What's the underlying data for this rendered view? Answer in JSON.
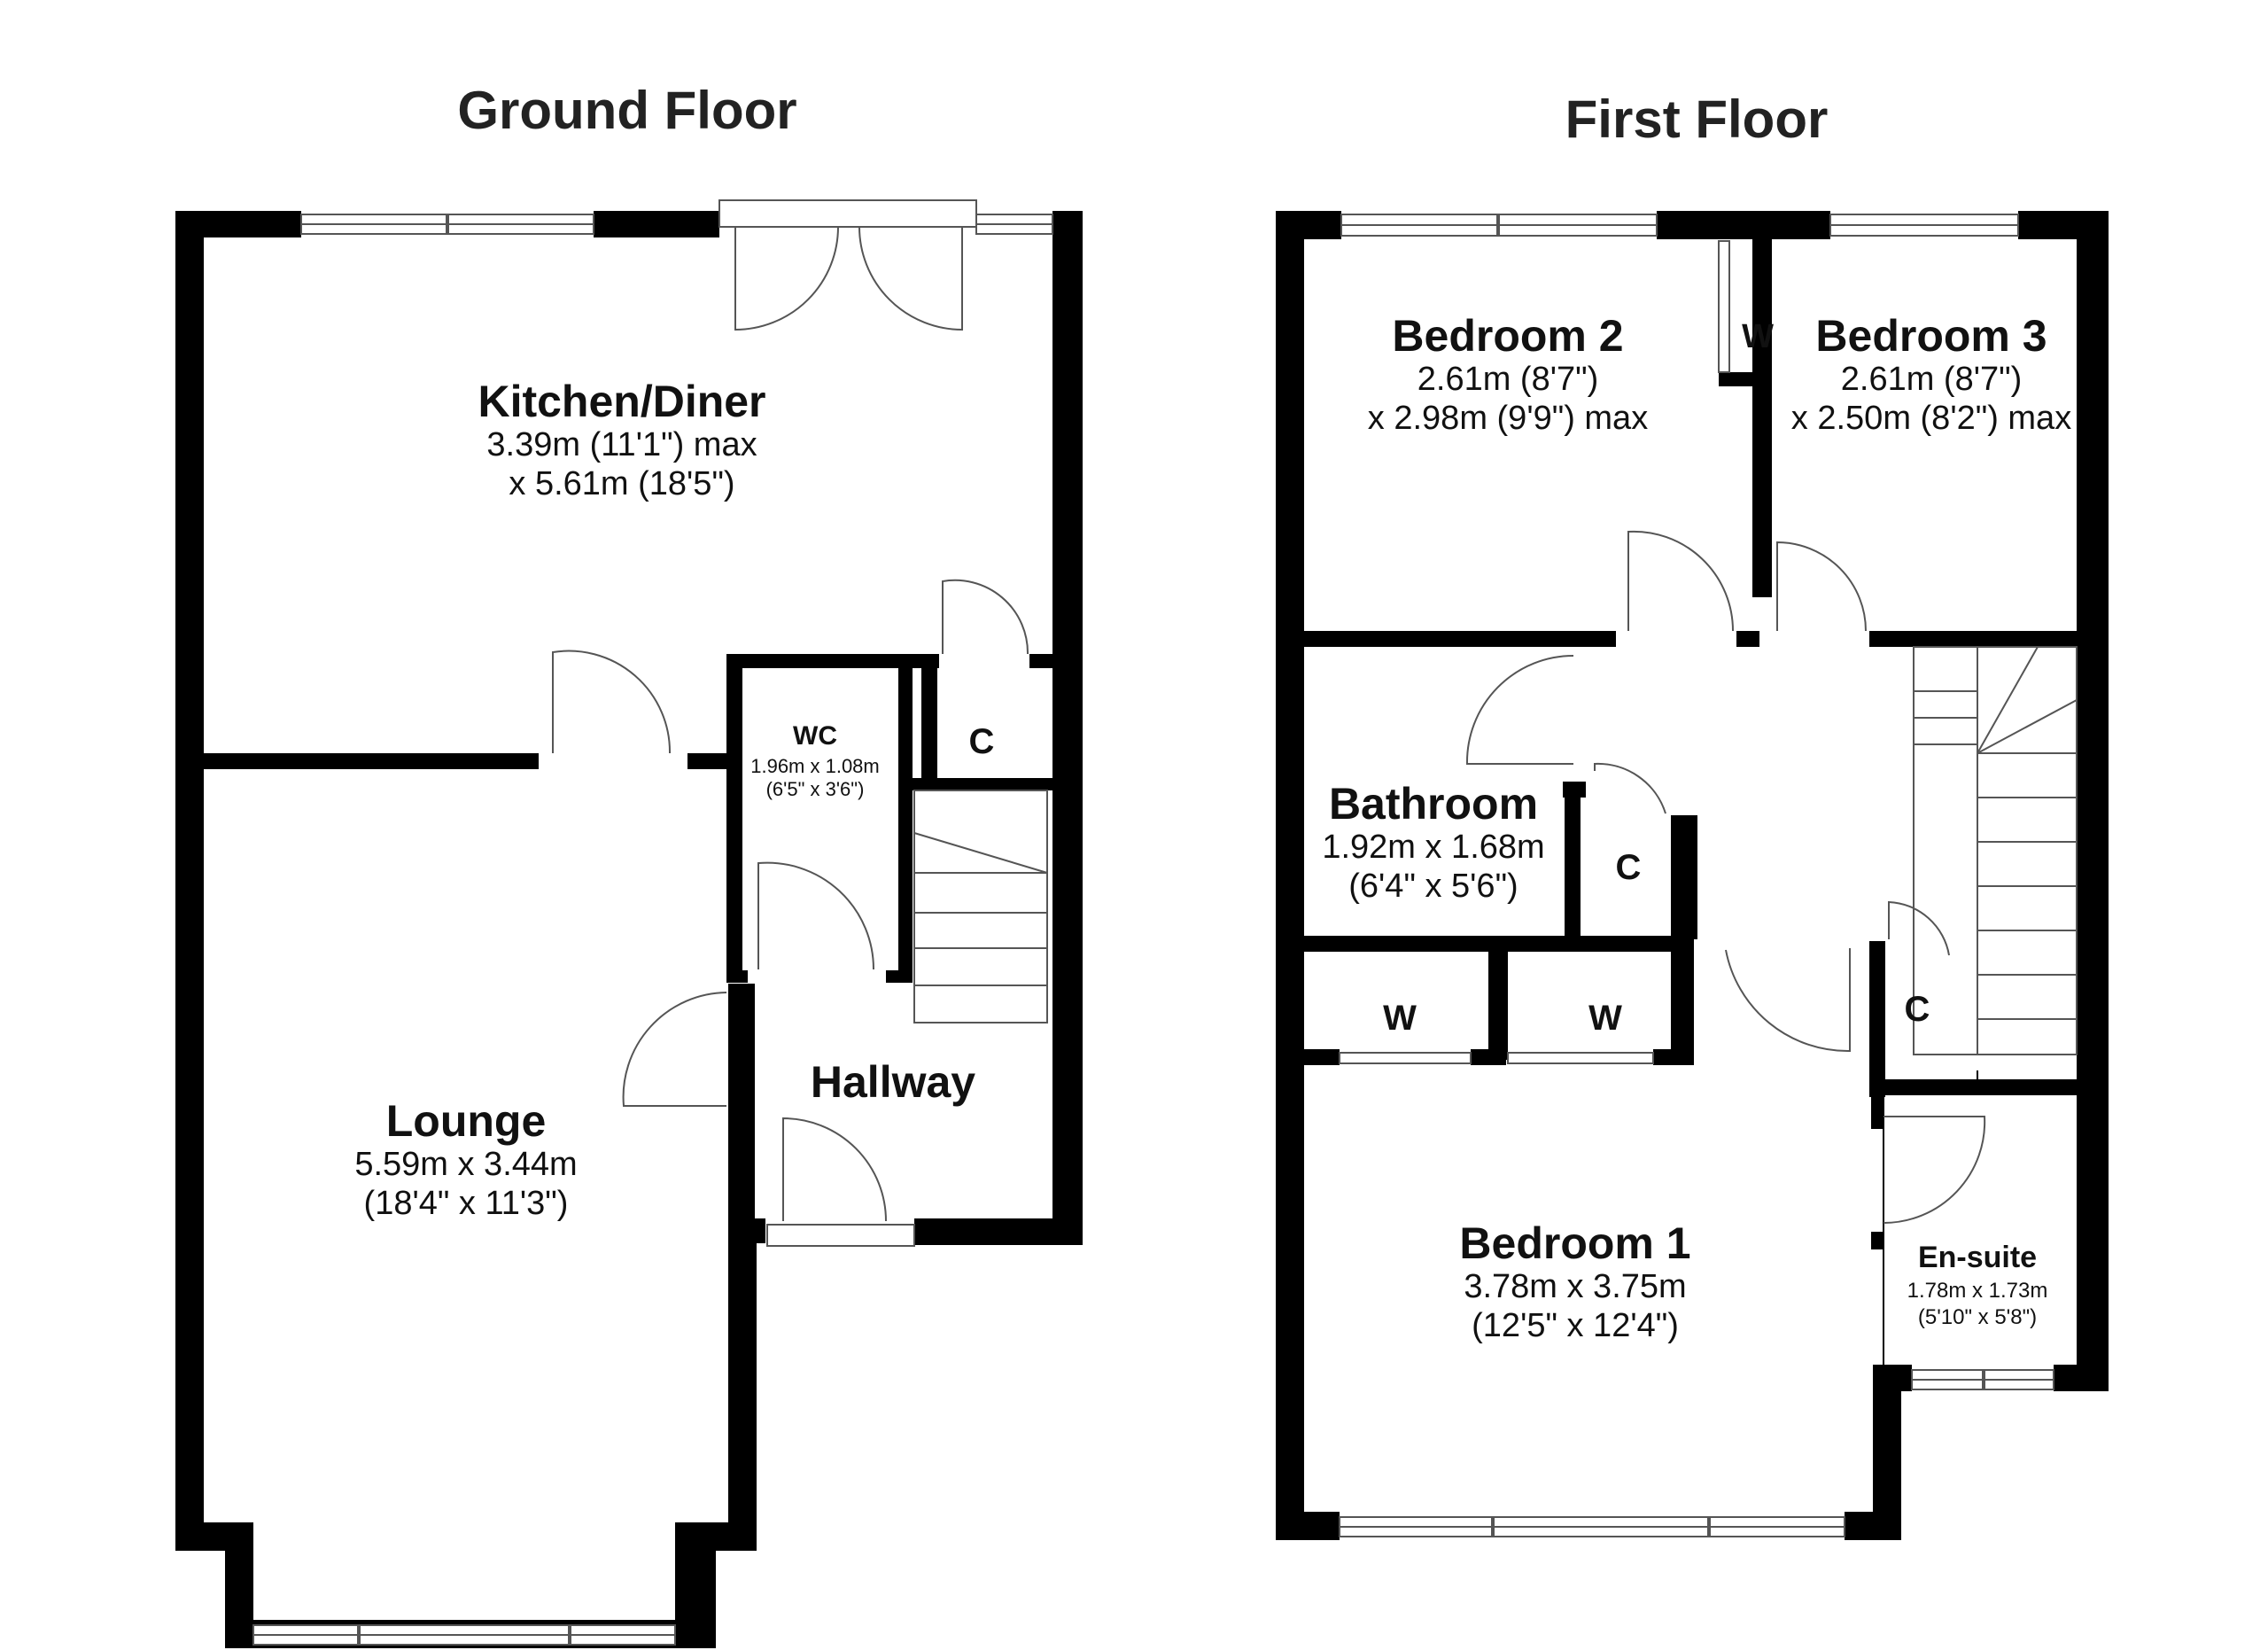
{
  "ground_floor": {
    "title": "Ground Floor",
    "kitchen": {
      "name": "Kitchen/Diner",
      "dim1": "3.39m (11'1\") max",
      "dim2": "x 5.61m (18'5\")"
    },
    "wc": {
      "name": "WC",
      "dim1": "1.96m x 1.08m",
      "dim2": "(6'5\" x 3'6\")"
    },
    "cupboard": {
      "name": "C"
    },
    "hallway": {
      "name": "Hallway"
    },
    "lounge": {
      "name": "Lounge",
      "dim1": "5.59m x 3.44m",
      "dim2": "(18'4\" x 11'3\")"
    }
  },
  "first_floor": {
    "title": "First Floor",
    "bedroom2": {
      "name": "Bedroom 2",
      "dim1": "2.61m (8'7\")",
      "dim2": "x 2.98m (9'9\") max"
    },
    "wardrobe_top": {
      "name": "W"
    },
    "bedroom3": {
      "name": "Bedroom 3",
      "dim1": "2.61m (8'7\")",
      "dim2": "x 2.50m (8'2\") max"
    },
    "bathroom": {
      "name": "Bathroom",
      "dim1": "1.92m x 1.68m",
      "dim2": "(6'4\" x 5'6\")"
    },
    "cupboard_mid": {
      "name": "C"
    },
    "cupboard_right": {
      "name": "C"
    },
    "wardrobe_left": {
      "name": "W"
    },
    "wardrobe_right": {
      "name": "W"
    },
    "bedroom1": {
      "name": "Bedroom 1",
      "dim1": "3.78m x 3.75m",
      "dim2": "(12'5\" x 12'4\")"
    },
    "ensuite": {
      "name": "En-suite",
      "dim1": "1.78m x 1.73m",
      "dim2": "(5'10\" x 5'8\")"
    }
  }
}
